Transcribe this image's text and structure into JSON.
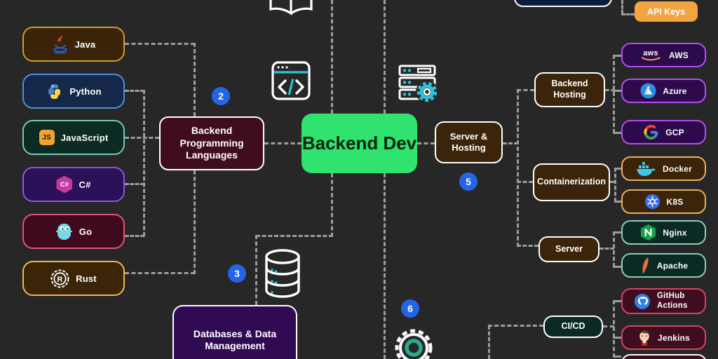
{
  "diagram": {
    "background": "#272727",
    "connector_color": "#9c9c9c",
    "main_node": {
      "label": "Backend Dev",
      "bg": "#30e26e"
    },
    "topic_nodes": {
      "languages": {
        "label": "Backend Programming Languages"
      },
      "server_hosting": {
        "label": "Server & Hosting"
      },
      "databases": {
        "label": "Databases & Data Management"
      },
      "backend_hosting": {
        "label": "Backend Hosting"
      },
      "containerization": {
        "label": "Containerization"
      },
      "server": {
        "label": "Server"
      },
      "cicd": {
        "label": "CI/CD"
      },
      "api_keys": {
        "label": "API Keys"
      }
    },
    "markers": [
      "2",
      "3",
      "5",
      "6"
    ],
    "language_badges": [
      {
        "label": "Java",
        "icon": "java-icon"
      },
      {
        "label": "Python",
        "icon": "python-icon"
      },
      {
        "label": "JavaScript",
        "icon": "javascript-icon",
        "icon_text": "JS"
      },
      {
        "label": "C#",
        "icon": "csharp-icon",
        "icon_text": "C#"
      },
      {
        "label": "Go",
        "icon": "go-icon"
      },
      {
        "label": "Rust",
        "icon": "rust-icon",
        "icon_text": "R"
      }
    ],
    "hosting_badges": [
      {
        "label": "AWS",
        "icon": "aws-icon",
        "icon_text": "aws"
      },
      {
        "label": "Azure",
        "icon": "azure-icon"
      },
      {
        "label": "GCP",
        "icon": "gcp-icon"
      }
    ],
    "container_badges": [
      {
        "label": "Docker",
        "icon": "docker-icon"
      },
      {
        "label": "K8S",
        "icon": "kubernetes-icon"
      }
    ],
    "server_badges": [
      {
        "label": "Nginx",
        "icon": "nginx-icon"
      },
      {
        "label": "Apache",
        "icon": "apache-icon"
      }
    ],
    "cicd_badges": [
      {
        "label": "GitHub Actions",
        "icon": "github-icon"
      },
      {
        "label": "Jenkins",
        "icon": "jenkins-icon"
      }
    ],
    "colors": {
      "maroon_bg": "#400d20",
      "maroon_border": "#d4455e",
      "brown_bg": "#3b2409",
      "brown_border": "#ecaf5a",
      "purple_bg": "#2d0a4c",
      "purple_border": "#b44ef0",
      "teal_bg": "#0b2a23",
      "teal_border": "#8fcabe",
      "db_bg": "#310a54",
      "db_border": "#a050e8",
      "api_keys_bg": "#f2a440",
      "marker_bg": "#2465e8",
      "accent_teal": "#2bc4d8"
    }
  }
}
